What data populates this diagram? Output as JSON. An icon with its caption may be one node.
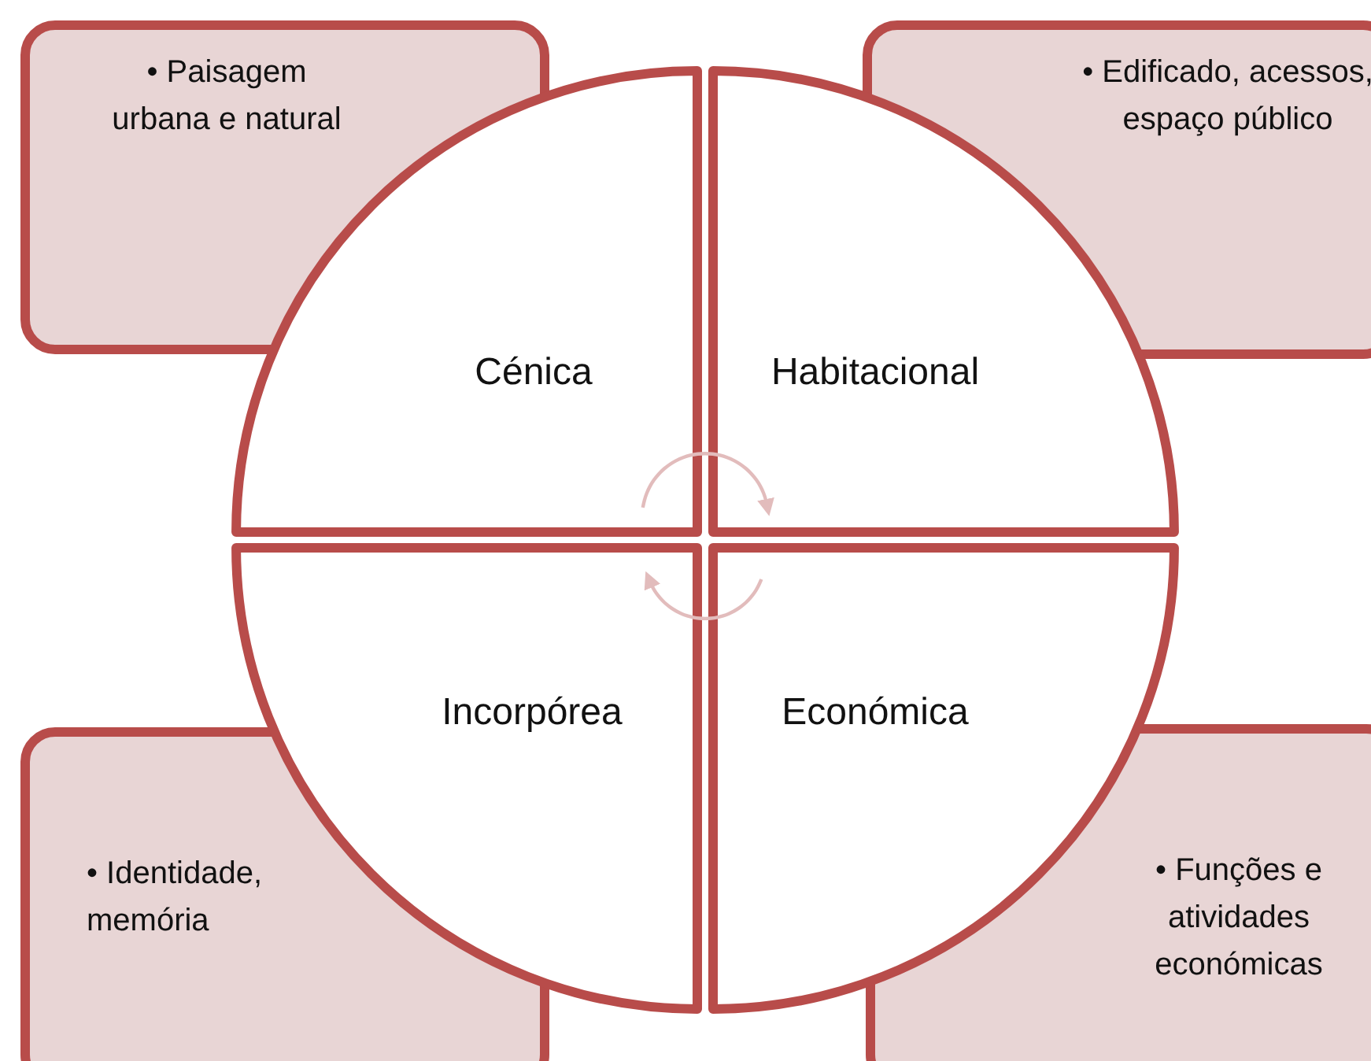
{
  "diagram": {
    "nodes": [
      {
        "text": [
          "• Paisagem urbana e natural"
        ]
      },
      {
        "text": [
          "• Edificado, acessos, espaço público"
        ]
      },
      {
        "text": [
          "Cénica"
        ]
      },
      {
        "text": [
          "Habitacional"
        ]
      },
      {
        "text": [
          "Incorpórea"
        ]
      },
      {
        "text": [
          "Económica"
        ]
      },
      {
        "text": [
          "• Identidade, memória"
        ]
      },
      {
        "text": [
          "• Funções e atividades económicas"
        ]
      }
    ],
    "edges": [
      {
        "from": 2,
        "to": 3,
        "arrow": "to",
        "color": "#e2bcbc"
      },
      {
        "from": 5,
        "to": 4,
        "arrow": "to",
        "color": "#e2bcbc"
      }
    ]
  }
}
